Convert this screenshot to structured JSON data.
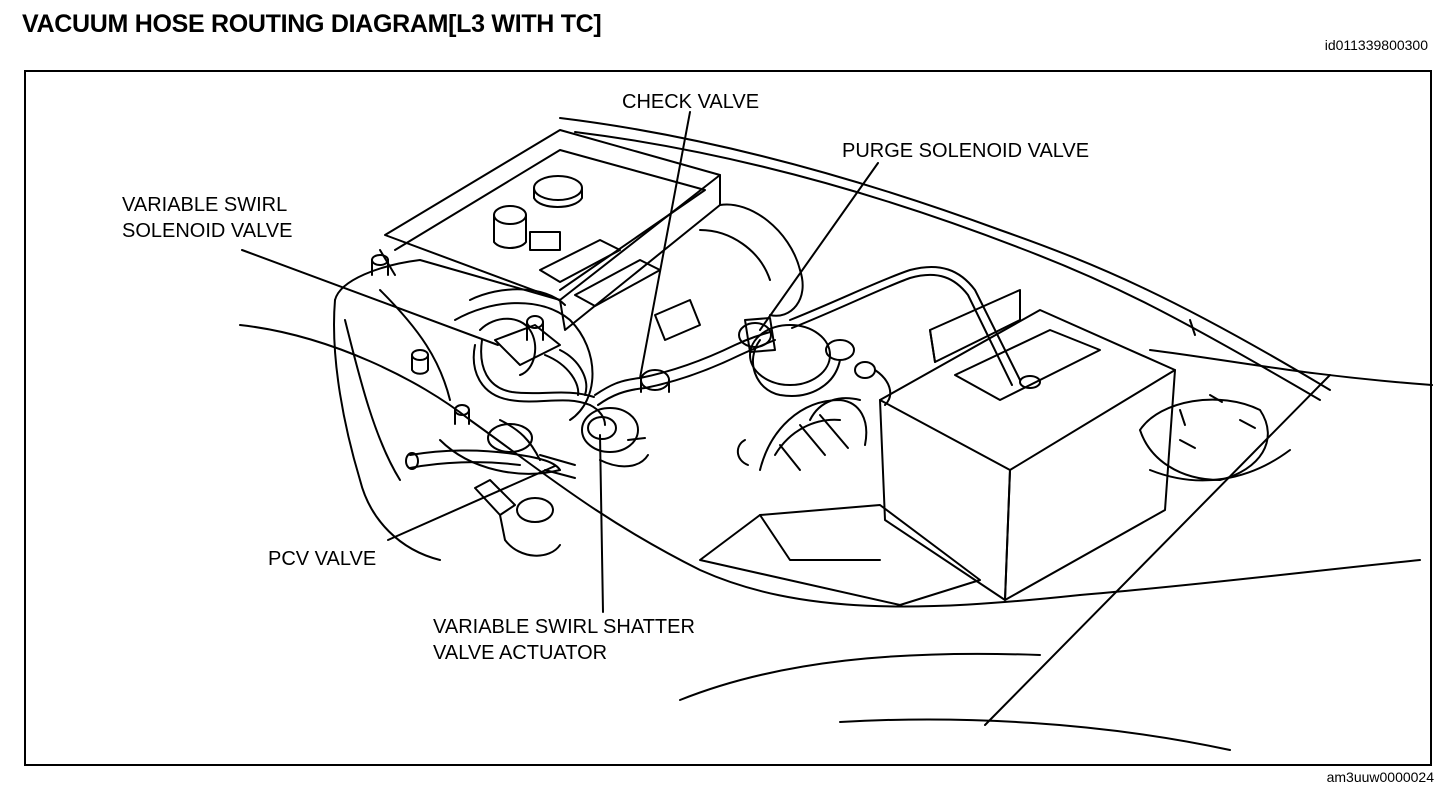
{
  "header": {
    "title": "VACUUM HOSE ROUTING DIAGRAM[L3 WITH TC]",
    "doc_id": "id011339800300"
  },
  "figure_id": "am3uuw0000024",
  "labels": {
    "check_valve": "CHECK VALVE",
    "purge_solenoid_valve": "PURGE SOLENOID VALVE",
    "variable_swirl_solenoid_valve_line1": "VARIABLE SWIRL",
    "variable_swirl_solenoid_valve_line2": "SOLENOID VALVE",
    "pcv_valve": "PCV VALVE",
    "variable_swirl_shutter_actuator_line1": "VARIABLE SWIRL SHATTER",
    "variable_swirl_shutter_actuator_line2": "VALVE ACTUATOR"
  }
}
